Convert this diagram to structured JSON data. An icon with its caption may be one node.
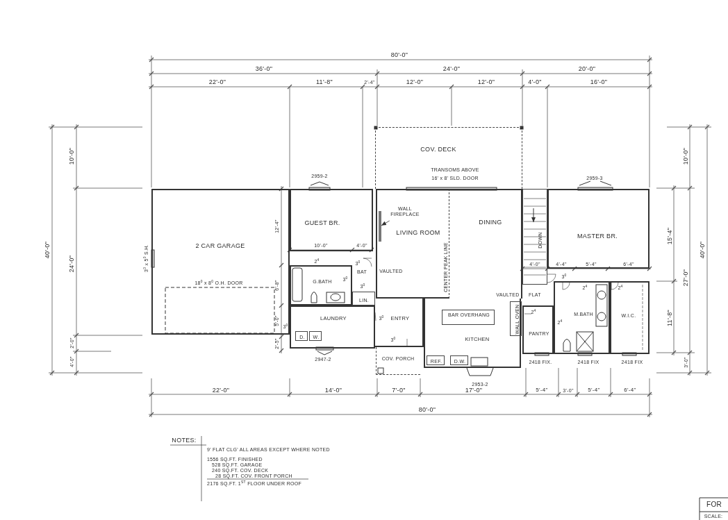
{
  "diagram": {
    "nodes": [
      {
        "text": [
          "COV. DECK"
        ]
      },
      {
        "text": [
          "2 CAR GARAGE"
        ]
      },
      {
        "text": [
          "GUEST BR."
        ]
      },
      {
        "text": [
          "LIVING ROOM"
        ]
      },
      {
        "text": [
          "WALL FIREPLACE"
        ],
        "in": 3
      },
      {
        "text": [
          "DINING"
        ]
      },
      {
        "text": [
          "DOWN"
        ]
      },
      {
        "text": [
          "MASTER BR."
        ]
      },
      {
        "text": [
          "G.BATH"
        ]
      },
      {
        "text": [
          "LIN."
        ]
      },
      {
        "text": [
          "LAUNDRY"
        ]
      },
      {
        "text": [
          "D."
        ],
        "in": 10
      },
      {
        "text": [
          "W."
        ],
        "in": 10
      },
      {
        "text": [
          "ENTRY"
        ]
      },
      {
        "text": [
          "KITCHEN"
        ]
      },
      {
        "text": [
          "BAR OVERHANG"
        ],
        "in": 14
      },
      {
        "text": [
          "WALL OVEN"
        ],
        "in": 14
      },
      {
        "text": [
          "REF."
        ],
        "in": 14
      },
      {
        "text": [
          "D.W."
        ],
        "in": 14
      },
      {
        "text": [
          "PANTRY"
        ]
      },
      {
        "text": [
          "M.BATH"
        ]
      },
      {
        "text": [
          "W.I.C."
        ]
      },
      {
        "text": [
          "COV. PORCH"
        ]
      },
      {
        "text": [],
        "shape": "bar",
        "in": 3
      }
    ],
    "edges": [
      {
        "from": 4,
        "to": 23,
        "arrow": "to"
      }
    ],
    "labels": [
      "80'-0\"",
      "36'-0\"",
      "24'-0\"",
      "20'-0\"",
      "22'-0\"",
      "11'-8\"",
      "2'-4\"",
      "12'-0\"",
      "12'-0\"",
      "4'-0\"",
      "16'-0\"",
      "10'-0\"",
      "40'-0\"",
      "24'-0\"",
      "2'-0\"",
      "4'-0\"",
      "10'-0\"",
      "40'-0\"",
      "15'-4\"",
      "27'-0\"",
      "11'-8\"",
      "3'-0\"",
      "TRANSOMS ABOVE",
      "2959-2",
      "16' x 8' SLD. DOOR",
      "2959-3",
      "12'-4\"",
      "10'-0\"",
      "4'-0\"",
      "3$^{0}$ x 5$^{0}$ S.H.",
      "2$^{4}$",
      "3$^{0}$",
      "4'-0\"",
      "4'-4\"",
      "5'-4\"",
      "6'-4\"",
      "BAT",
      "VAULTED",
      "CENTER PEAK LINE",
      "3$^{0}$",
      "3$^{0}$",
      "18$^{0}$ x 8$^{0}$ O.H. DOOR",
      "6'-8\"",
      "3$^{0}$",
      "2$^{4}$",
      "2$^{4}$",
      "VAULTED",
      "FLAT",
      "2$^{4}$",
      "5'-0\"",
      "3$^{0}$",
      "3$^{0}$",
      "2$^{4}$",
      "2'-5\"",
      "3$^{0}$",
      "2947-2",
      "2418 FIX.",
      "2418 FIX",
      "2418 FIX",
      "2953-2",
      "22'-0\"",
      "14'-0\"",
      "7'-0\"",
      "17'-0\"",
      "5'-4\"",
      "3'-0\"",
      "5'-4\"",
      "6'-4\"",
      "80'-0\"",
      "NOTES:",
      "9' FLAT CLG' ALL AREAS EXCEPT WHERE NOTED",
      "1556 SQ.FT. FINISHED",
      "528 SQ.FT. GARAGE",
      "240 SQ.FT. COV. DECK",
      "28 SQ.FT. COV. FRONT PORCH",
      "2176 SQ.FT. 1$^{ST}$ FLOOR UNDER ROOF",
      "FOR",
      "SCALE:"
    ]
  }
}
